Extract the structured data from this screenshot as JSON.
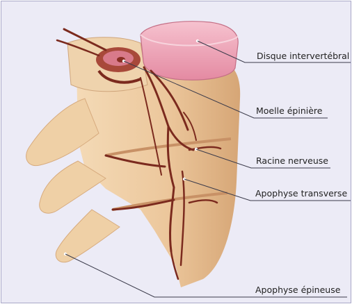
{
  "labels": {
    "disque": "Disque intervertébral",
    "moelle": "Moelle épinière",
    "racine": "Racine nerveuse",
    "transverse": "Apophyse transverse",
    "epineuse": "Apophyse épineuse"
  },
  "colors": {
    "background": "#ecebf6",
    "bone": "#eac9a0",
    "bone_shadow": "#d3a878",
    "disc": "#ec9fb3",
    "nerve": "#7b2a1e",
    "leader": "#3a3a4a"
  }
}
